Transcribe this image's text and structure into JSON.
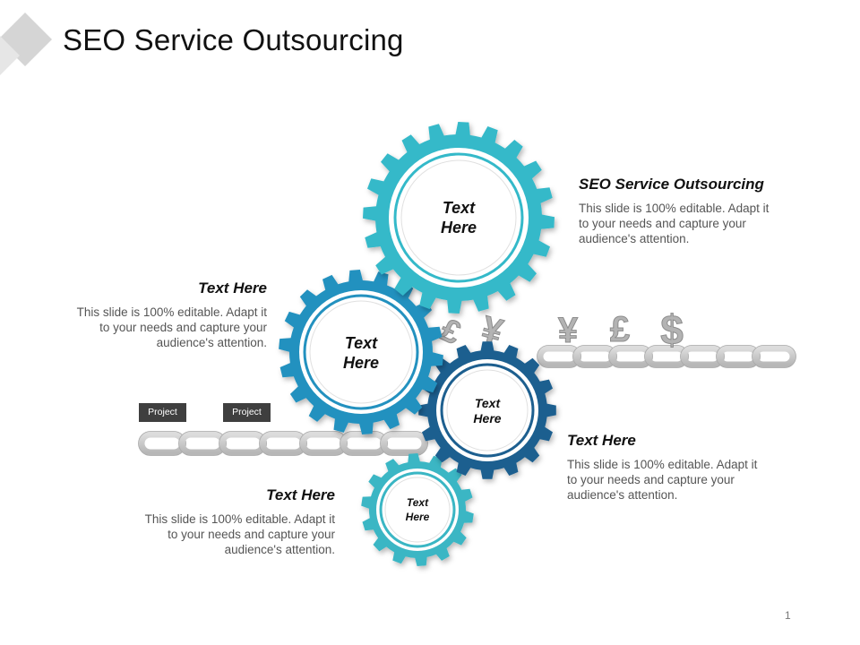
{
  "title": "SEO Service Outsourcing",
  "page_number": "1",
  "gears": [
    {
      "label_line1": "Text",
      "label_line2": "Here",
      "color": "#34b9c9"
    },
    {
      "label_line1": "Text",
      "label_line2": "Here",
      "color": "#2391bf"
    },
    {
      "label_line1": "Text",
      "label_line2": "Here",
      "color": "#1d5f8f"
    },
    {
      "label_line1": "Text",
      "label_line2": "Here",
      "color": "#3ab6c4"
    }
  ],
  "currency_symbols": [
    "£",
    "¥",
    "¥",
    "£",
    "$"
  ],
  "tags": [
    "Project",
    "Project"
  ],
  "blocks": [
    {
      "heading": "SEO Service Outsourcing",
      "body": "This slide is 100% editable. Adapt it to your needs and capture your audience's attention."
    },
    {
      "heading": "Text Here",
      "body": "This slide is 100% editable. Adapt it to your needs and capture your audience's attention."
    },
    {
      "heading": "Text Here",
      "body": "This slide is 100% editable. Adapt it to your needs and capture your audience's attention."
    },
    {
      "heading": "Text Here",
      "body": "This slide is 100% editable. Adapt it to your needs and capture your audience's attention."
    }
  ],
  "colors": {
    "chain": "#c4c4c4",
    "chain_outline": "#a9a9a9",
    "tag_bg": "#3f3f3f",
    "logo": "#d5d5d5"
  }
}
